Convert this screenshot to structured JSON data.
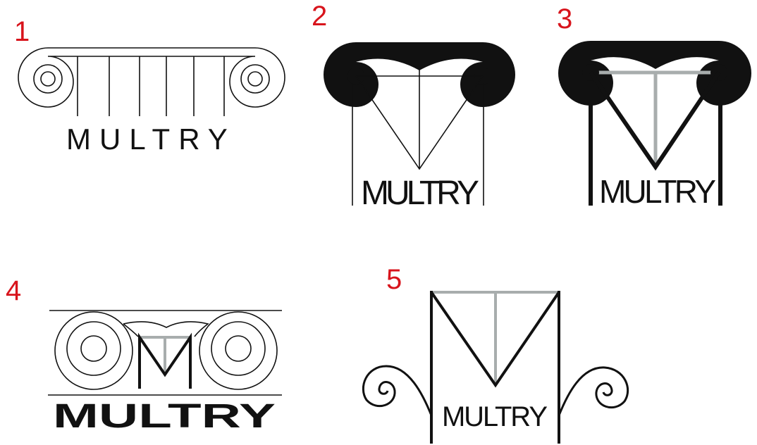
{
  "colors": {
    "number": "#d8141c",
    "ink": "#111111",
    "accent_gray": "#a8adad"
  },
  "logos": [
    {
      "number": "1",
      "word": "MULTRY"
    },
    {
      "number": "2",
      "word": "MULTRY"
    },
    {
      "number": "3",
      "word": "MULTRY"
    },
    {
      "number": "4",
      "word": "MULTRY"
    },
    {
      "number": "5",
      "word": "MULTRY"
    }
  ]
}
